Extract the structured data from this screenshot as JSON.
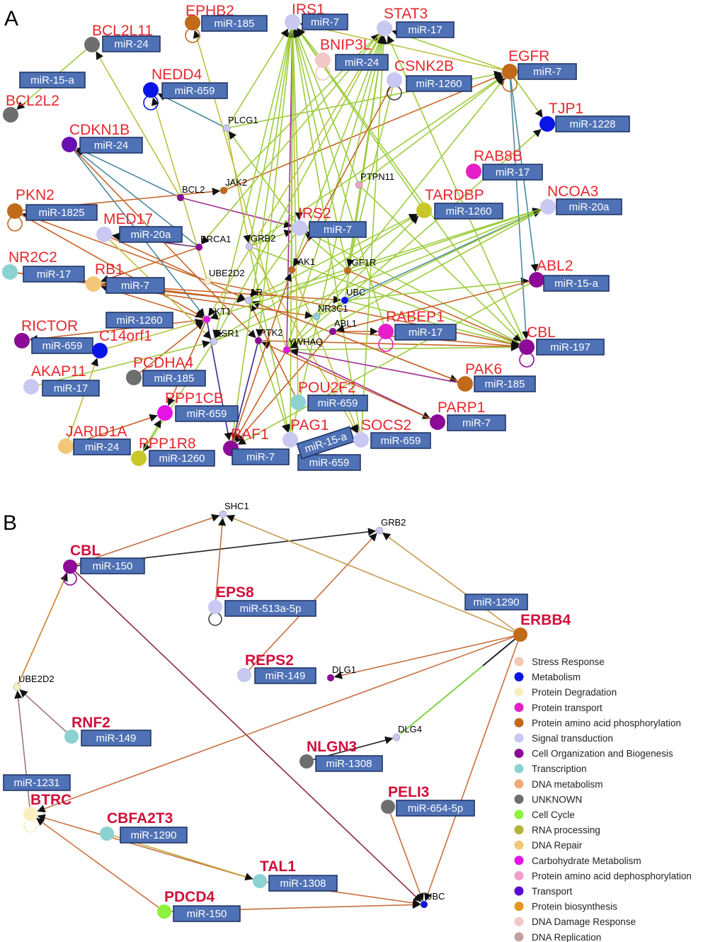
{
  "panel_a": {
    "label": "A",
    "genes": [
      {
        "id": "EPHB2",
        "label": "EPHB2",
        "mir": "miR-185",
        "color": "#c06a1a"
      },
      {
        "id": "IRS1",
        "label": "IRS1",
        "mir": "miR-7",
        "color": "#c8c8f2"
      },
      {
        "id": "STAT3",
        "label": "STAT3",
        "mir": "miR-17",
        "color": "#c8c8f2"
      },
      {
        "id": "BCL2L11",
        "label": "BCL2L11",
        "mir": "miR-24",
        "color": "#6e6e6e"
      },
      {
        "id": "BNIP3L",
        "label": "BNIP3L",
        "mir": "miR-24",
        "color": "#f2c8c8"
      },
      {
        "id": "CSNK2B",
        "label": "CSNK2B",
        "mir": "miR-1260",
        "color": "#c8c8f2"
      },
      {
        "id": "EGFR",
        "label": "EGFR",
        "mir": "miR-7",
        "color": "#c06a1a"
      },
      {
        "id": "NEDD4",
        "label": "NEDD4",
        "mir": "miR-659",
        "color": "#0a14e6"
      },
      {
        "id": "BCL2L2",
        "label": "BCL2L2",
        "mir": "miR-15-a",
        "color": "#6e6e6e"
      },
      {
        "id": "TJP1",
        "label": "TJP1",
        "mir": "miR-1228",
        "color": "#0a14e6"
      },
      {
        "id": "CDKN1B",
        "label": "CDKN1B",
        "mir": "miR-24",
        "color": "#6a0fb0"
      },
      {
        "id": "RAB8B",
        "label": "RAB8B",
        "mir": "miR-17",
        "color": "#e61ec8"
      },
      {
        "id": "PKN2",
        "label": "PKN2",
        "mir": "miR-1825",
        "color": "#c06a1a"
      },
      {
        "id": "TARDBP",
        "label": "TARDBP",
        "mir": "miR-1260",
        "color": "#c8c828"
      },
      {
        "id": "NCOA3",
        "label": "NCOA3",
        "mir": "miR-20a",
        "color": "#c8c8f2"
      },
      {
        "id": "MED17",
        "label": "MED17",
        "mir": "miR-20a",
        "color": "#c8c8f2"
      },
      {
        "id": "IRS2",
        "label": "IRS2",
        "mir": "miR-7",
        "color": "#c8c8f2"
      },
      {
        "id": "NR2C2",
        "label": "NR2C2",
        "mir": "miR-17",
        "color": "#8cd2d2"
      },
      {
        "id": "RB1",
        "label": "RB1",
        "mir": "miR-7",
        "color": "#f2c878"
      },
      {
        "id": "ABL2",
        "label": "ABL2",
        "mir": "miR-15-a",
        "color": "#8c0a96"
      },
      {
        "id": "RABEP1",
        "label": "RABEP1",
        "mir": "miR-17",
        "color": "#e61ec8"
      },
      {
        "id": "CBL",
        "label": "CBL",
        "mir": "miR-197",
        "color": "#8c0a96"
      },
      {
        "id": "RICTOR",
        "label": "RICTOR",
        "mir": "miR-659",
        "color": "#8c0a96"
      },
      {
        "id": "C14orf1",
        "label": "C14orf1",
        "mir": "miR-1260",
        "color": "#0a14e6"
      },
      {
        "id": "PCDHA4",
        "label": "PCDHA4",
        "mir": "miR-185",
        "color": "#6e6e6e"
      },
      {
        "id": "AKAP11",
        "label": "AKAP11",
        "mir": "miR-17",
        "color": "#c8c8f2"
      },
      {
        "id": "PAK6",
        "label": "PAK6",
        "mir": "miR-185",
        "color": "#c06a1a"
      },
      {
        "id": "POU2F2",
        "label": "POU2F2",
        "mir": "miR-659",
        "color": "#8cd2d2"
      },
      {
        "id": "PPP1CB",
        "label": "PPP1CB",
        "mir": "miR-659",
        "color": "#e614e6"
      },
      {
        "id": "PARP1",
        "label": "PARP1",
        "mir": "miR-7",
        "color": "#8c0a96"
      },
      {
        "id": "JARID1A",
        "label": "JARID1A",
        "mir": "miR-24",
        "color": "#f2c878"
      },
      {
        "id": "PPP1R8",
        "label": "PPP1R8",
        "mir": "miR-1260",
        "color": "#c8c828"
      },
      {
        "id": "RAF1",
        "label": "RAF1",
        "mir": "miR-7",
        "color": "#8c0a96"
      },
      {
        "id": "PAG1",
        "label": "PAG1",
        "mir": "miR-15-a",
        "mir2": "miR-659",
        "color": "#c8c8f2"
      },
      {
        "id": "SOCS2",
        "label": "SOCS2",
        "mir": "miR-659",
        "color": "#c8c8f2"
      }
    ],
    "hubs": [
      {
        "id": "PLCG1",
        "label": "PLCG1",
        "color": "#c8c8f2"
      },
      {
        "id": "BCL2",
        "label": "BCL2",
        "color": "#8c0a96"
      },
      {
        "id": "JAK2",
        "label": "JAK2",
        "color": "#c06a1a"
      },
      {
        "id": "PTPN11",
        "label": "PTPN11",
        "color": "#f0a0c8"
      },
      {
        "id": "BRCA1",
        "label": "BRCA1",
        "color": "#8c0a96"
      },
      {
        "id": "GRB2",
        "label": "GRB2",
        "color": "#c8c8f2"
      },
      {
        "id": "JAK1",
        "label": "JAK1",
        "color": "#c06a1a"
      },
      {
        "id": "IGF1R",
        "label": "IGF1R",
        "color": "#c06a1a"
      },
      {
        "id": "UBE2D2",
        "label": "UBE2D2",
        "color": "#f8f0c0"
      },
      {
        "id": "AR",
        "label": "AR",
        "color": "#c8c8f2"
      },
      {
        "id": "UBC",
        "label": "UBC",
        "color": "#0a14e6"
      },
      {
        "id": "NR3C1",
        "label": "NR3C1",
        "color": "#8cd2d2"
      },
      {
        "id": "AKT1",
        "label": "AKT1",
        "color": "#e614e6"
      },
      {
        "id": "ABL1",
        "label": "ABL1",
        "color": "#8c0a96"
      },
      {
        "id": "ESR1",
        "label": "ESR1",
        "color": "#c8c8f2"
      },
      {
        "id": "PTK2",
        "label": "PTK2",
        "color": "#8c0a96"
      },
      {
        "id": "YWHAQ",
        "label": "YWHAQ",
        "color": "#e614e6"
      }
    ]
  },
  "panel_b": {
    "label": "B",
    "genes": [
      {
        "id": "CBL",
        "label": "CBL",
        "mir": "miR-150",
        "color": "#8c0a96"
      },
      {
        "id": "EPS8",
        "label": "EPS8",
        "mir": "miR-513a-5p",
        "color": "#c8c8f2"
      },
      {
        "id": "ERBB4",
        "label": "ERBB4",
        "mir": "miR-1290",
        "color": "#c06a1a"
      },
      {
        "id": "REPS2",
        "label": "REPS2",
        "mir": "miR-149",
        "color": "#c8c8f2"
      },
      {
        "id": "RNF2",
        "label": "RNF2",
        "mir": "miR-149",
        "color": "#8cd2d2"
      },
      {
        "id": "NLGN3",
        "label": "NLGN3",
        "mir": "miR-1308",
        "color": "#6e6e6e"
      },
      {
        "id": "BTRC",
        "label": "BTRC",
        "mir": "miR-1231",
        "color": "#f8f0c0"
      },
      {
        "id": "PELI3",
        "label": "PELI3",
        "mir": "miR-654-5p",
        "color": "#6e6e6e"
      },
      {
        "id": "CBFA2T3",
        "label": "CBFA2T3",
        "mir": "miR-1290",
        "color": "#8cd2d2"
      },
      {
        "id": "TAL1",
        "label": "TAL1",
        "mir": "miR-1308",
        "color": "#8cd2d2"
      },
      {
        "id": "PDCD4",
        "label": "PDCD4",
        "mir": "miR-150",
        "color": "#8cf23c"
      }
    ],
    "hubs": [
      {
        "id": "SHC1",
        "label": "SHC1",
        "color": "#c8c8f2"
      },
      {
        "id": "GRB2",
        "label": "GRB2",
        "color": "#c8c8f2"
      },
      {
        "id": "UBE2D2",
        "label": "UBE2D2",
        "color": "#f8f0c0"
      },
      {
        "id": "DLG1",
        "label": "DLG1",
        "color": "#8c0a96"
      },
      {
        "id": "DLG4",
        "label": "DLG4",
        "color": "#c8c8f2"
      },
      {
        "id": "UBC",
        "label": "UBC",
        "color": "#0a14e6"
      }
    ]
  },
  "legend": [
    {
      "label": "Stress Response",
      "color": "#f2c8b4"
    },
    {
      "label": "Metabolism",
      "color": "#0a14e6"
    },
    {
      "label": "Protein Degradation",
      "color": "#f8f0c0"
    },
    {
      "label": "Protein transport",
      "color": "#e61ec8"
    },
    {
      "label": "Protein amino acid phosphorylation",
      "color": "#c06a1a"
    },
    {
      "label": "Signal transduction",
      "color": "#c8c8f2"
    },
    {
      "label": "Cell Organization and Biogenesis",
      "color": "#8c0a96"
    },
    {
      "label": "Transcription",
      "color": "#8cd2d2"
    },
    {
      "label": "DNA metabolism",
      "color": "#f0aa78"
    },
    {
      "label": "UNKNOWN",
      "color": "#6e6e6e"
    },
    {
      "label": "Cell Cycle",
      "color": "#8cf23c"
    },
    {
      "label": "RNA processing",
      "color": "#b4b43c"
    },
    {
      "label": "DNA Repair",
      "color": "#f2c878"
    },
    {
      "label": "Carbohydrate Metabolism",
      "color": "#e614e6"
    },
    {
      "label": "Protein amino acid dephosphorylation",
      "color": "#f0a0c8"
    },
    {
      "label": "Transport",
      "color": "#5a0ad2"
    },
    {
      "label": "Protein biosynthesis",
      "color": "#e6961e"
    },
    {
      "label": "DNA Damage Response",
      "color": "#f2c8c8"
    },
    {
      "label": "DNA Replication",
      "color": "#c3a0a0"
    }
  ]
}
